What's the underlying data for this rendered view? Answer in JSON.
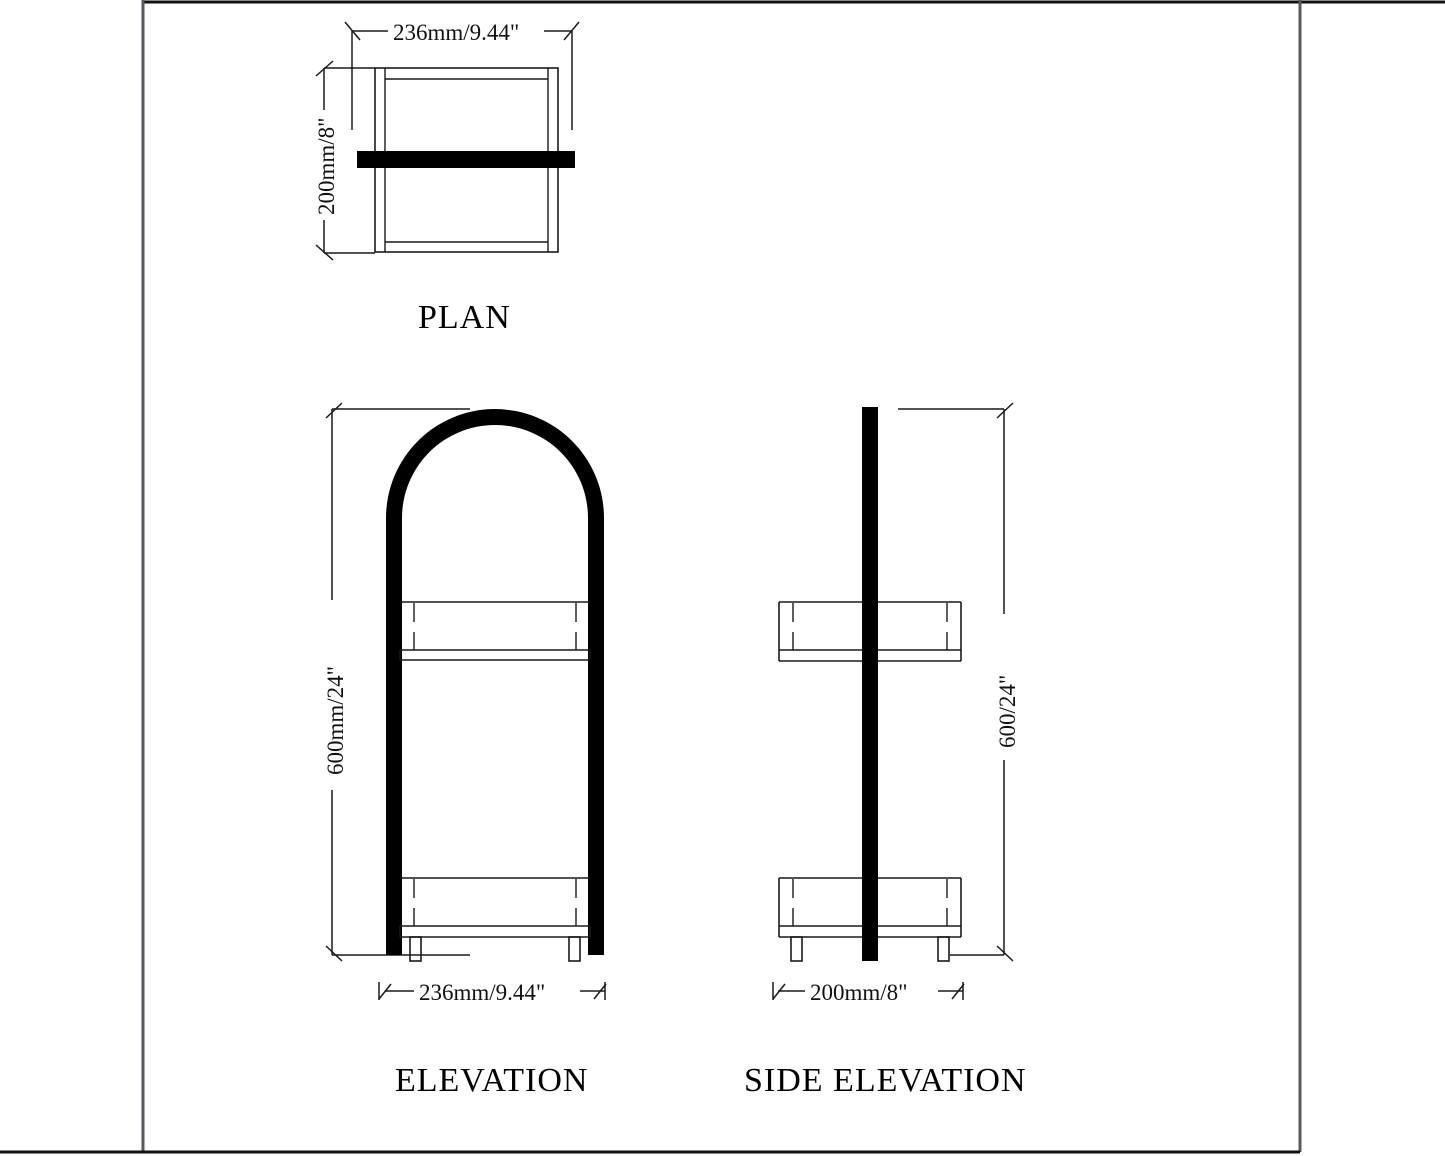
{
  "sheet": {
    "background_color": "#ffffff",
    "line_color": "#1a1a1a",
    "fill_color": "#000000",
    "border_color": "#555a60"
  },
  "views": [
    {
      "id": "plan",
      "title": "PLAN",
      "dimensions": {
        "top": "236mm/9.44\"",
        "left": "200mm/8\""
      }
    },
    {
      "id": "elevation",
      "title": "ELEVATION",
      "dimensions": {
        "left": "600mm/24\"",
        "bottom": "236mm/9.44\""
      }
    },
    {
      "id": "side-elevation",
      "title": "SIDE ELEVATION",
      "dimensions": {
        "right": "600/24\"",
        "bottom": "200mm/8\""
      }
    }
  ],
  "labels": {
    "plan_title": "PLAN",
    "elevation_title": "ELEVATION",
    "side_elevation_title": "SIDE ELEVATION",
    "plan_width": "236mm/9.44\"",
    "plan_depth": "200mm/8\"",
    "elevation_height": "600mm/24\"",
    "elevation_width": "236mm/9.44\"",
    "side_height": "600/24\"",
    "side_width": "200mm/8\""
  }
}
